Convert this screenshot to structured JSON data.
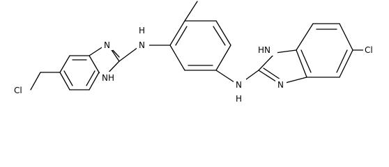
{
  "molecule": {
    "labels": {
      "cl_left": "Cl",
      "cl_right": "Cl",
      "n_imine_left": "N",
      "nh_ring_left": "NH",
      "nh_link_left": "N",
      "nh_link_left_h": "H",
      "nh_link_right": "N",
      "nh_link_right_h": "H",
      "nh_ring_right": "HN",
      "n_imine_right": "N"
    },
    "colors": {
      "bond": "#000000",
      "atom_text": "#000000",
      "background": "#ffffff"
    }
  }
}
